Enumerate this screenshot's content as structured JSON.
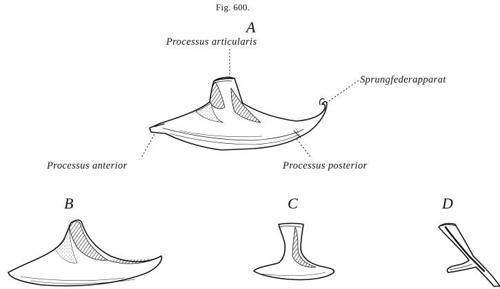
{
  "figure": {
    "title": "Fig. 600.",
    "panels": {
      "a": "A",
      "b": "B",
      "c": "C",
      "d": "D"
    },
    "labels": {
      "processus_articularis": "Processus articularis",
      "sprungfederapparat": "Sprungfederapparat",
      "processus_anterior": "Processus anterior",
      "processus_posterior": "Processus posterior"
    }
  },
  "colors": {
    "ink": "#111111",
    "paper": "#ffffff"
  }
}
